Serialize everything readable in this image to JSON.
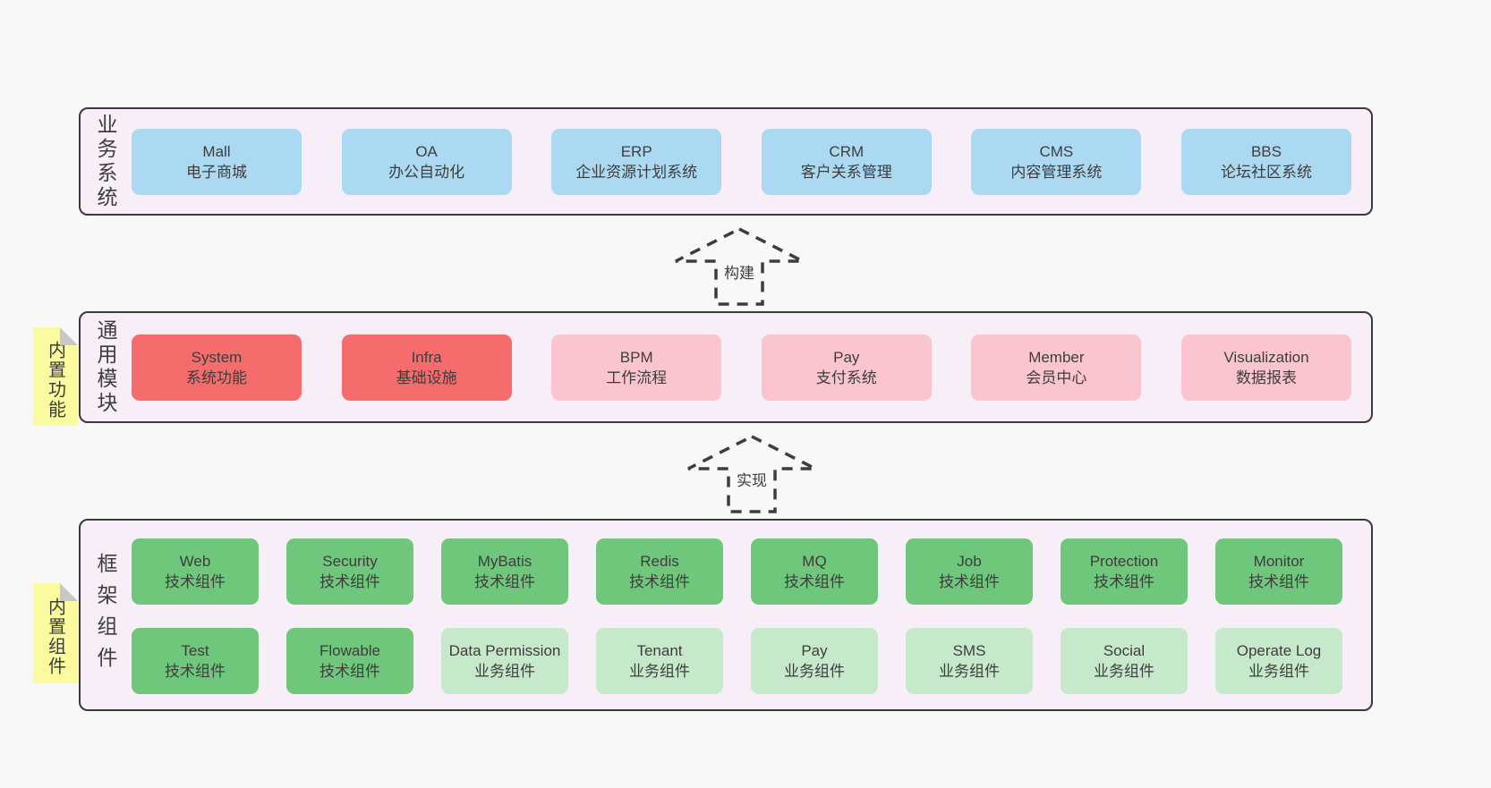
{
  "colors": {
    "page_bg": "#f8f8f8",
    "container_bg": "#f7eef7",
    "container_border": "#3a3a3a",
    "blue_box": "#abd9f2",
    "red_box": "#f56c6c",
    "pink_box": "#fbc5cf",
    "green_box": "#6ec77b",
    "light_green_box": "#c7e9cb",
    "sticky_bg": "#fafa9e",
    "sticky_fold": "#c8c8c8",
    "text": "#3d3d3d"
  },
  "arrows": [
    {
      "label": "构建"
    },
    {
      "label": "实现"
    }
  ],
  "layers": [
    {
      "label": "业务系统",
      "boxes": [
        {
          "name": "Mall",
          "desc": "电子商城"
        },
        {
          "name": "OA",
          "desc": "办公自动化"
        },
        {
          "name": "ERP",
          "desc": "企业资源计划系统"
        },
        {
          "name": "CRM",
          "desc": "客户关系管理"
        },
        {
          "name": "CMS",
          "desc": "内容管理系统"
        },
        {
          "name": "BBS",
          "desc": "论坛社区系统"
        }
      ]
    },
    {
      "label": "通用模块",
      "sticky": "内置功能",
      "boxes": [
        {
          "name": "System",
          "desc": "系统功能"
        },
        {
          "name": "Infra",
          "desc": "基础设施"
        },
        {
          "name": "BPM",
          "desc": "工作流程"
        },
        {
          "name": "Pay",
          "desc": "支付系统"
        },
        {
          "name": "Member",
          "desc": "会员中心"
        },
        {
          "name": "Visualization",
          "desc": "数据报表"
        }
      ]
    },
    {
      "label": "框架组件",
      "sticky": "内置组件",
      "rows": [
        [
          {
            "name": "Web",
            "desc": "技术组件"
          },
          {
            "name": "Security",
            "desc": "技术组件"
          },
          {
            "name": "MyBatis",
            "desc": "技术组件"
          },
          {
            "name": "Redis",
            "desc": "技术组件"
          },
          {
            "name": "MQ",
            "desc": "技术组件"
          },
          {
            "name": "Job",
            "desc": "技术组件"
          },
          {
            "name": "Protection",
            "desc": "技术组件"
          },
          {
            "name": "Monitor",
            "desc": "技术组件"
          }
        ],
        [
          {
            "name": "Test",
            "desc": "技术组件"
          },
          {
            "name": "Flowable",
            "desc": "技术组件"
          },
          {
            "name": "Data Permission",
            "desc": "业务组件"
          },
          {
            "name": "Tenant",
            "desc": "业务组件"
          },
          {
            "name": "Pay",
            "desc": "业务组件"
          },
          {
            "name": "SMS",
            "desc": "业务组件"
          },
          {
            "name": "Social",
            "desc": "业务组件"
          },
          {
            "name": "Operate Log",
            "desc": "业务组件"
          }
        ]
      ]
    }
  ]
}
